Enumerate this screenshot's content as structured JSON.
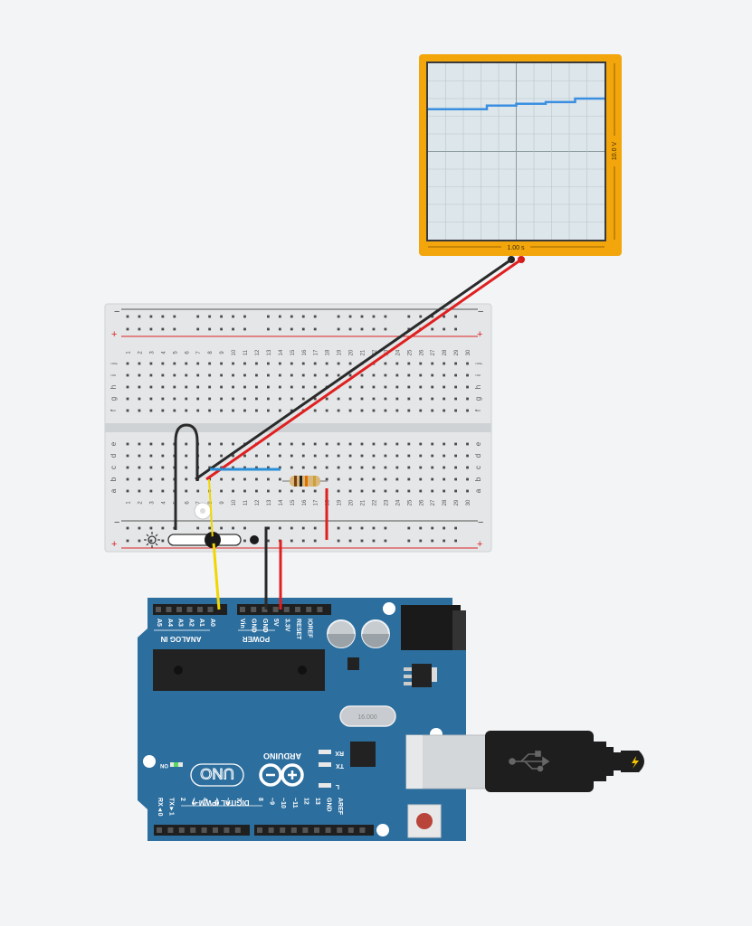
{
  "colors": {
    "background": "#f2f4f6",
    "oscilloscope_frame": "#f2a60c",
    "oscilloscope_trace": "#3a8fe0",
    "arduino_board": "#2c6e9e",
    "wire_red": "#e02020",
    "wire_black": "#2a2a2a",
    "wire_yellow": "#f2d600",
    "wire_blue": "#2a8fd6"
  },
  "oscilloscope": {
    "time_label": "1.00 s",
    "volt_label": "10.0 V",
    "trace": [
      0.74,
      0.74,
      0.76,
      0.77,
      0.78,
      0.8
    ]
  },
  "breadboard": {
    "rail_minus": "−",
    "rail_plus": "+",
    "rows_top": [
      "j",
      "i",
      "h",
      "g",
      "f"
    ],
    "rows_bottom": [
      "e",
      "d",
      "c",
      "b",
      "a"
    ]
  },
  "arduino": {
    "brand": "ARDUINO",
    "model": "UNO",
    "analog_header_label": "ANALOG IN",
    "power_header_label": "POWER",
    "digital_header_label": "DIGITAL (PWM~)",
    "analog_pins": [
      "A5",
      "A4",
      "A3",
      "A2",
      "A1",
      "A0"
    ],
    "power_pins": [
      "Vin",
      "GND",
      "GND",
      "5V",
      "3.3V",
      "RESET",
      "IOREF"
    ],
    "digital_pins_left": [
      "RX◄0",
      "TX►1",
      "2",
      "~3",
      "4",
      "~5",
      "~6",
      "7"
    ],
    "digital_pins_right": [
      "8",
      "~9",
      "~10",
      "~11",
      "12",
      "13",
      "GND",
      "AREF"
    ],
    "led_on_label": "ON",
    "led_rx_label": "RX",
    "led_tx_label": "TX",
    "led_l_label": "L",
    "crystal_label": "16.000"
  }
}
